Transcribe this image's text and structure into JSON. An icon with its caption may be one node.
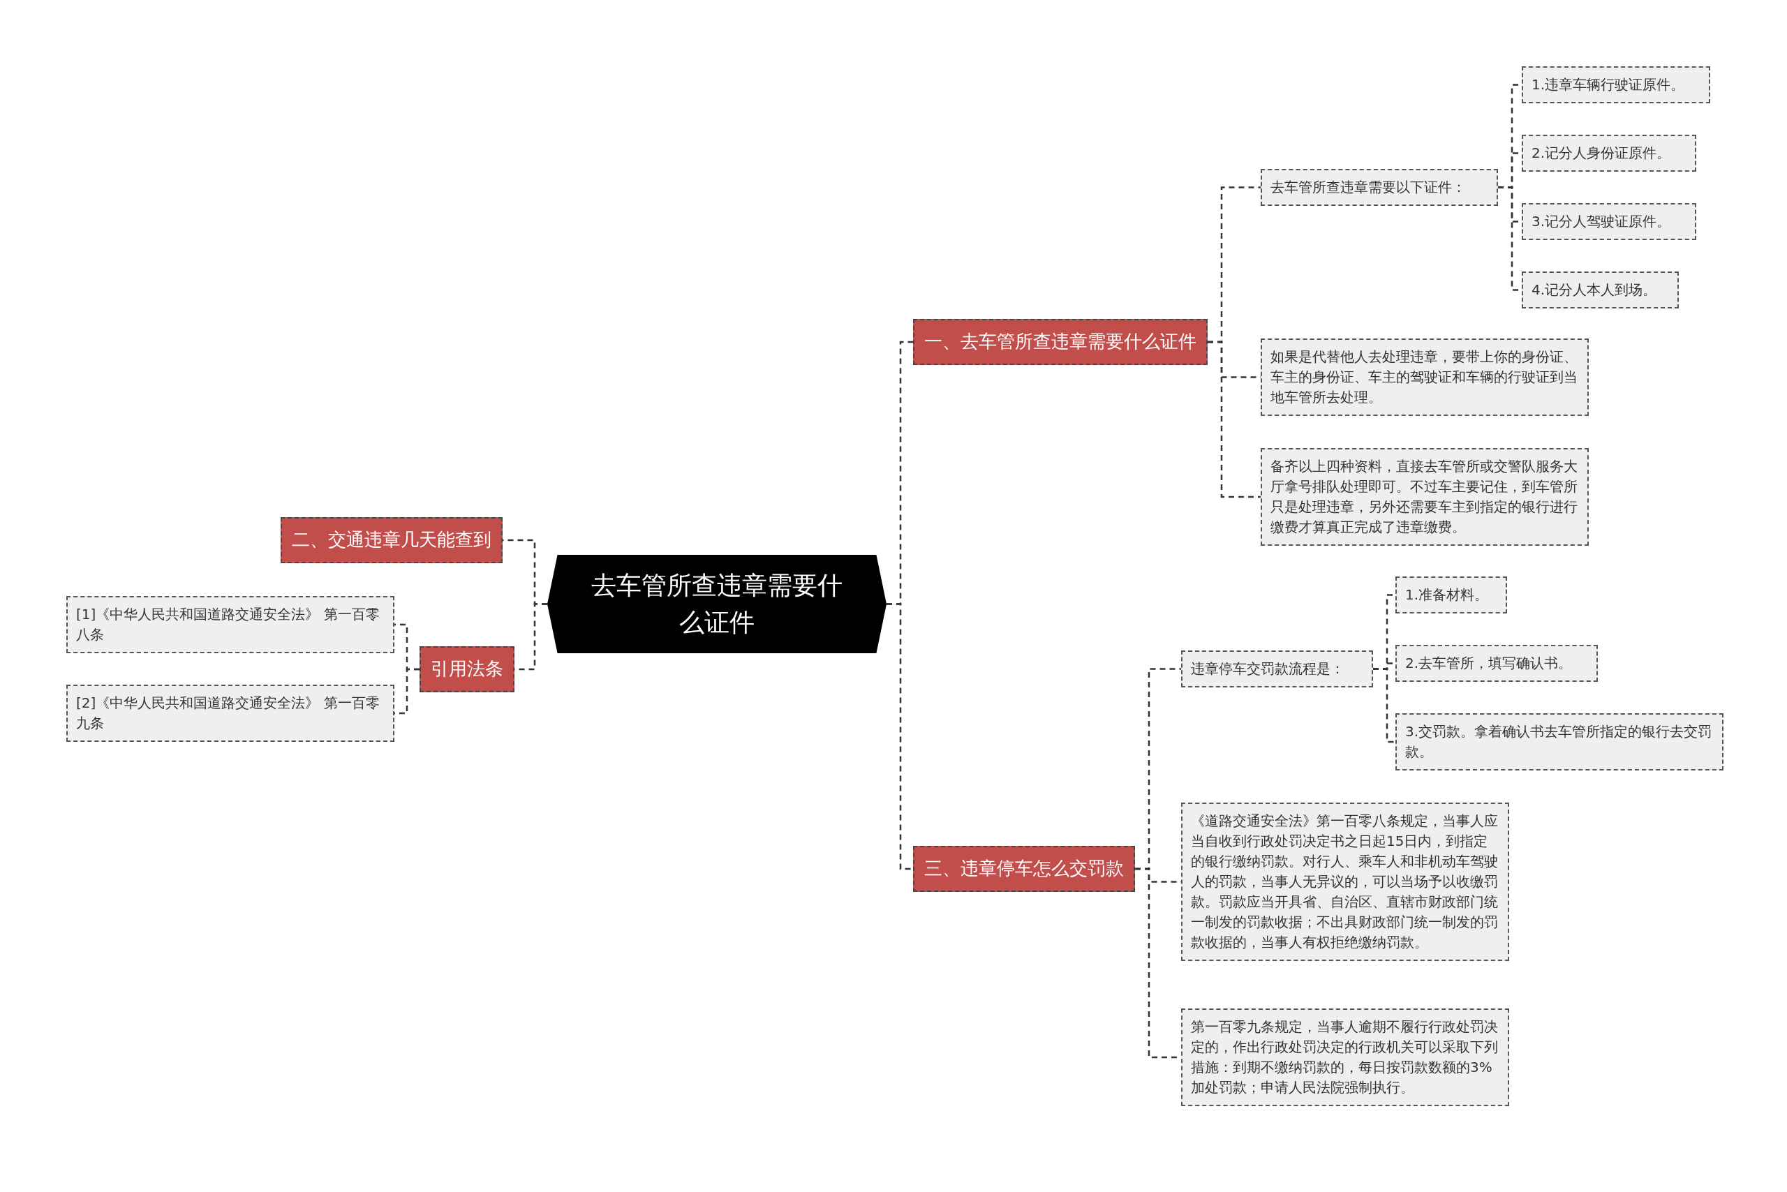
{
  "diagram": {
    "nodes": [
      {
        "text": [
          "去车管所查违章需要什么证件"
        ]
      },
      {
        "text": [
          "一、去车管所查违章需要什么证件"
        ]
      },
      {
        "text": [
          "去车管所查违章需要以下证件："
        ]
      },
      {
        "text": [
          "1.违章车辆行驶证原件。"
        ]
      },
      {
        "text": [
          "2.记分人身份证原件。"
        ]
      },
      {
        "text": [
          "3.记分人驾驶证原件。"
        ]
      },
      {
        "text": [
          "4.记分人本人到场。"
        ]
      },
      {
        "text": [
          "如果是代替他人去处理违章，要带上你的身份证、车主的身份证、车主的驾驶证和车辆的行驶证到当地车管所去处理。"
        ]
      },
      {
        "text": [
          "备齐以上四种资料，直接去车管所或交警队服务大厅拿号排队处理即可。不过车主要记住，到车管所只是处理违章，另外还需要车主到指定的银行进行缴费才算真正完成了违章缴费。"
        ]
      },
      {
        "text": [
          "二、交通违章几天能查到"
        ]
      },
      {
        "text": [
          "引用法条"
        ]
      },
      {
        "text": [
          "[1]《中华人民共和国道路交通安全法》 第一百零八条"
        ]
      },
      {
        "text": [
          "[2]《中华人民共和国道路交通安全法》 第一百零九条"
        ]
      },
      {
        "text": [
          "三、违章停车怎么交罚款"
        ]
      },
      {
        "text": [
          "违章停车交罚款流程是："
        ]
      },
      {
        "text": [
          "1.准备材料。"
        ]
      },
      {
        "text": [
          "2.去车管所，填写确认书。"
        ]
      },
      {
        "text": [
          "3.交罚款。拿着确认书去车管所指定的银行去交罚款。"
        ]
      },
      {
        "text": [
          "《道路交通安全法》第一百零八条规定，当事人应当自收到行政处罚决定书之日起15日内，到指定的银行缴纳罚款。对行人、乘车人和非机动车驾驶人的罚款，当事人无异议的，可以当场予以收缴罚款。罚款应当开具省、自治区、直辖市财政部门统一制发的罚款收据；不出具财政部门统一制发的罚款收据的，当事人有权拒绝缴纳罚款。"
        ]
      },
      {
        "text": [
          "第一百零九条规定，当事人逾期不履行行政处罚决定的，作出行政处罚决定的行政机关可以采取下列措施：到期不缴纳罚款的，每日按罚款数额的3%加处罚款；申请人民法院强制执行。"
        ]
      }
    ],
    "edges": [
      {
        "from": 0,
        "to": 1,
        "arrow": "none"
      },
      {
        "from": 1,
        "to": 2,
        "arrow": "none"
      },
      {
        "from": 2,
        "to": 3,
        "arrow": "none"
      },
      {
        "from": 2,
        "to": 4,
        "arrow": "none"
      },
      {
        "from": 2,
        "to": 5,
        "arrow": "none"
      },
      {
        "from": 2,
        "to": 6,
        "arrow": "none"
      },
      {
        "from": 1,
        "to": 7,
        "arrow": "none"
      },
      {
        "from": 1,
        "to": 8,
        "arrow": "none"
      },
      {
        "from": 0,
        "to": 9,
        "arrow": "none"
      },
      {
        "from": 0,
        "to": 10,
        "arrow": "none"
      },
      {
        "from": 10,
        "to": 11,
        "arrow": "none"
      },
      {
        "from": 10,
        "to": 12,
        "arrow": "none"
      },
      {
        "from": 0,
        "to": 13,
        "arrow": "none"
      },
      {
        "from": 13,
        "to": 14,
        "arrow": "none"
      },
      {
        "from": 14,
        "to": 15,
        "arrow": "none"
      },
      {
        "from": 14,
        "to": 16,
        "arrow": "none"
      },
      {
        "from": 14,
        "to": 17,
        "arrow": "none"
      },
      {
        "from": 13,
        "to": 18,
        "arrow": "none"
      },
      {
        "from": 13,
        "to": 19,
        "arrow": "none"
      }
    ]
  }
}
